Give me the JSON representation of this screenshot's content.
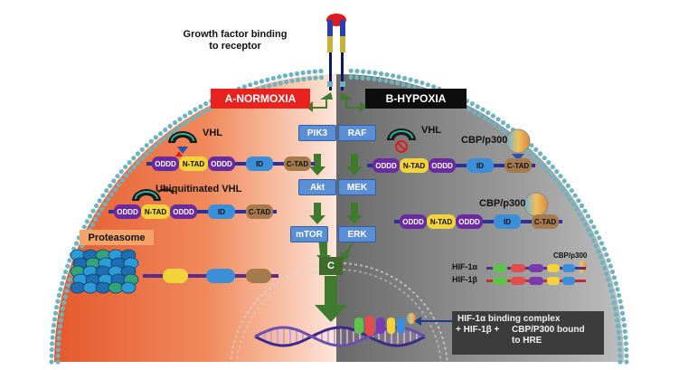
{
  "header": {
    "title_line1": "Growth factor binding",
    "title_line2": "to receptor"
  },
  "panels": {
    "left_label": "A-NORMOXIA",
    "right_label": "B-HYPOXIA"
  },
  "pathways": {
    "left": [
      "PIK3",
      "Akt",
      "mTOR"
    ],
    "right": [
      "RAF",
      "MEK",
      "ERK"
    ],
    "convergence": "C"
  },
  "protein_domains": [
    "ODDD",
    "N-TAD",
    "ODDD",
    "ID",
    "C-TAD"
  ],
  "labels": {
    "vhl_left": "VHL",
    "vhl_right": "VHL",
    "ubiquitinated_vhl": "Ubiquitinated VHL",
    "proteasome": "Proteasome",
    "cbp_1": "CBP/p300",
    "cbp_2": "CBP/p300",
    "cbp_3": "CBP/p300",
    "hif1a": "HIF-1α",
    "hif1b": "HIF-1β"
  },
  "complex_box": {
    "line1": "HIF-1α binding complex",
    "line2": "+ HIF-1β +",
    "line3": "CBP/P300 bound",
    "line4": "to HRE"
  },
  "colors": {
    "normoxia_banner": "#e8231f",
    "hypoxia_banner": "#0d0d0d",
    "pathway_box": "#5a8fd6",
    "arrow_green": "#3f7a2e",
    "membrane": "#6fb3bf",
    "oddd": "#6a2aa0",
    "ntad": "#f2d33c",
    "id": "#3a8fd8",
    "ctad": "#a57a4d"
  }
}
